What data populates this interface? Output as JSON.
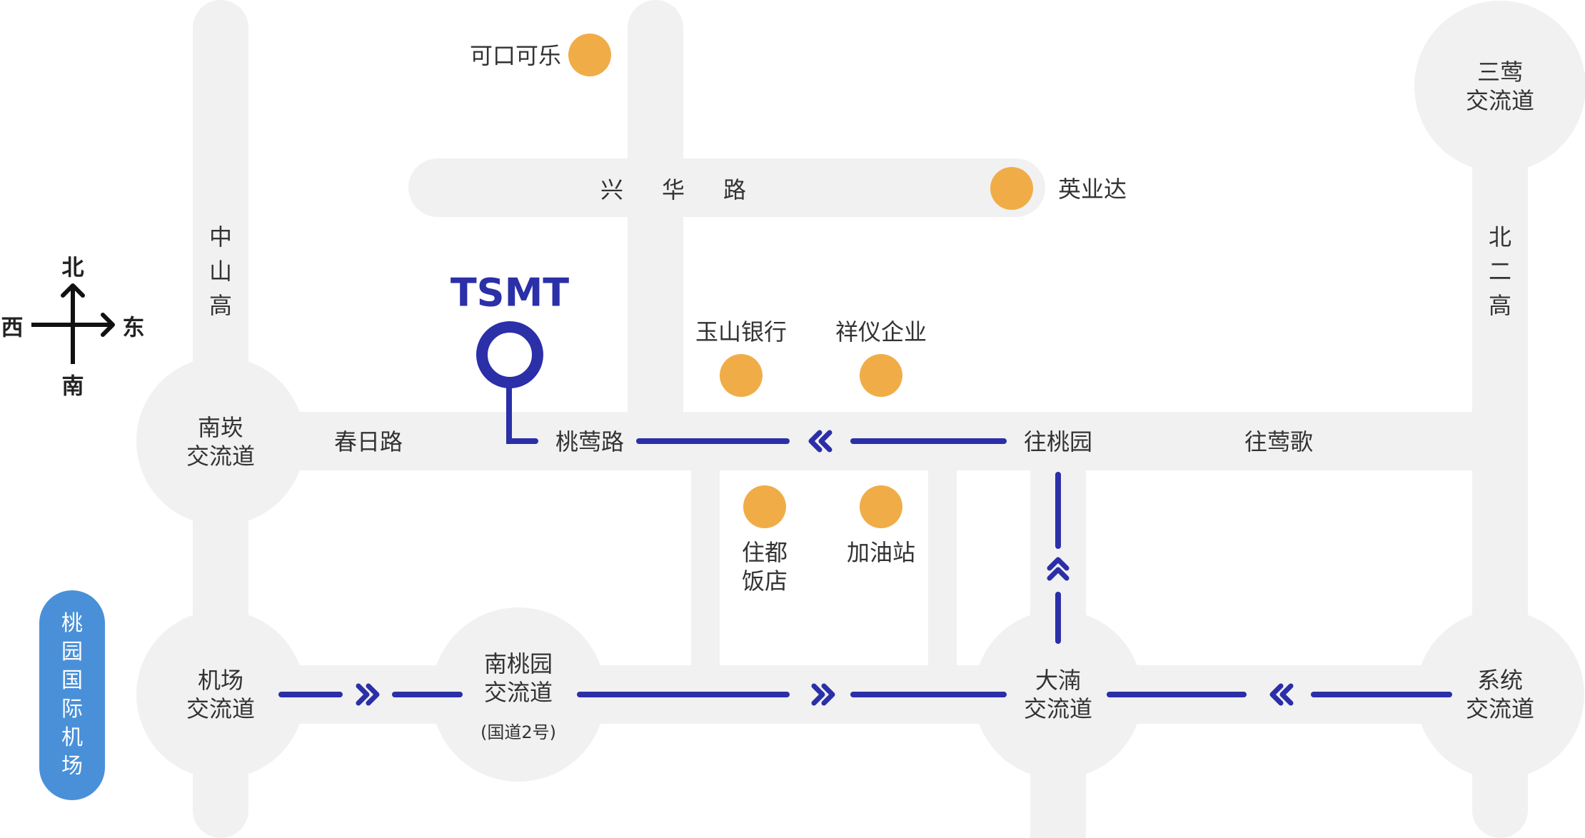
{
  "brand": "TSMT",
  "compass": {
    "north": "北",
    "south": "南",
    "west": "西",
    "east": "东"
  },
  "roads": {
    "xinghua": "兴华路",
    "zhongshan": "中山高",
    "beier": "北二高",
    "chunri": "春日路",
    "taoying": "桃莺路",
    "wangtaoyuan": "往桃园",
    "wangyingge": "往莺歌"
  },
  "interchanges": {
    "nankan": "南崁\n交流道",
    "jichang": "机场\n交流道",
    "nantaoyuan": "南桃园\n交流道",
    "nantaoyuan_note": "(国道2号)",
    "dajiang": "大湳\n交流道",
    "xitong": "系统\n交流道",
    "sanying": "三莺\n交流道"
  },
  "landmarks": {
    "cocacola": "可口可乐",
    "nvidia": "英业达",
    "yushan_bank": "玉山银行",
    "xiangyi": "祥仪企业",
    "zhudu_hotel": "住都\n饭店",
    "gas_station": "加油站"
  },
  "airport": "桃园国际机场",
  "colors": {
    "route": "#2b2fa8",
    "poi": "#f0ad47",
    "road": "#f1f1f1",
    "airport": "#4a90d9"
  }
}
